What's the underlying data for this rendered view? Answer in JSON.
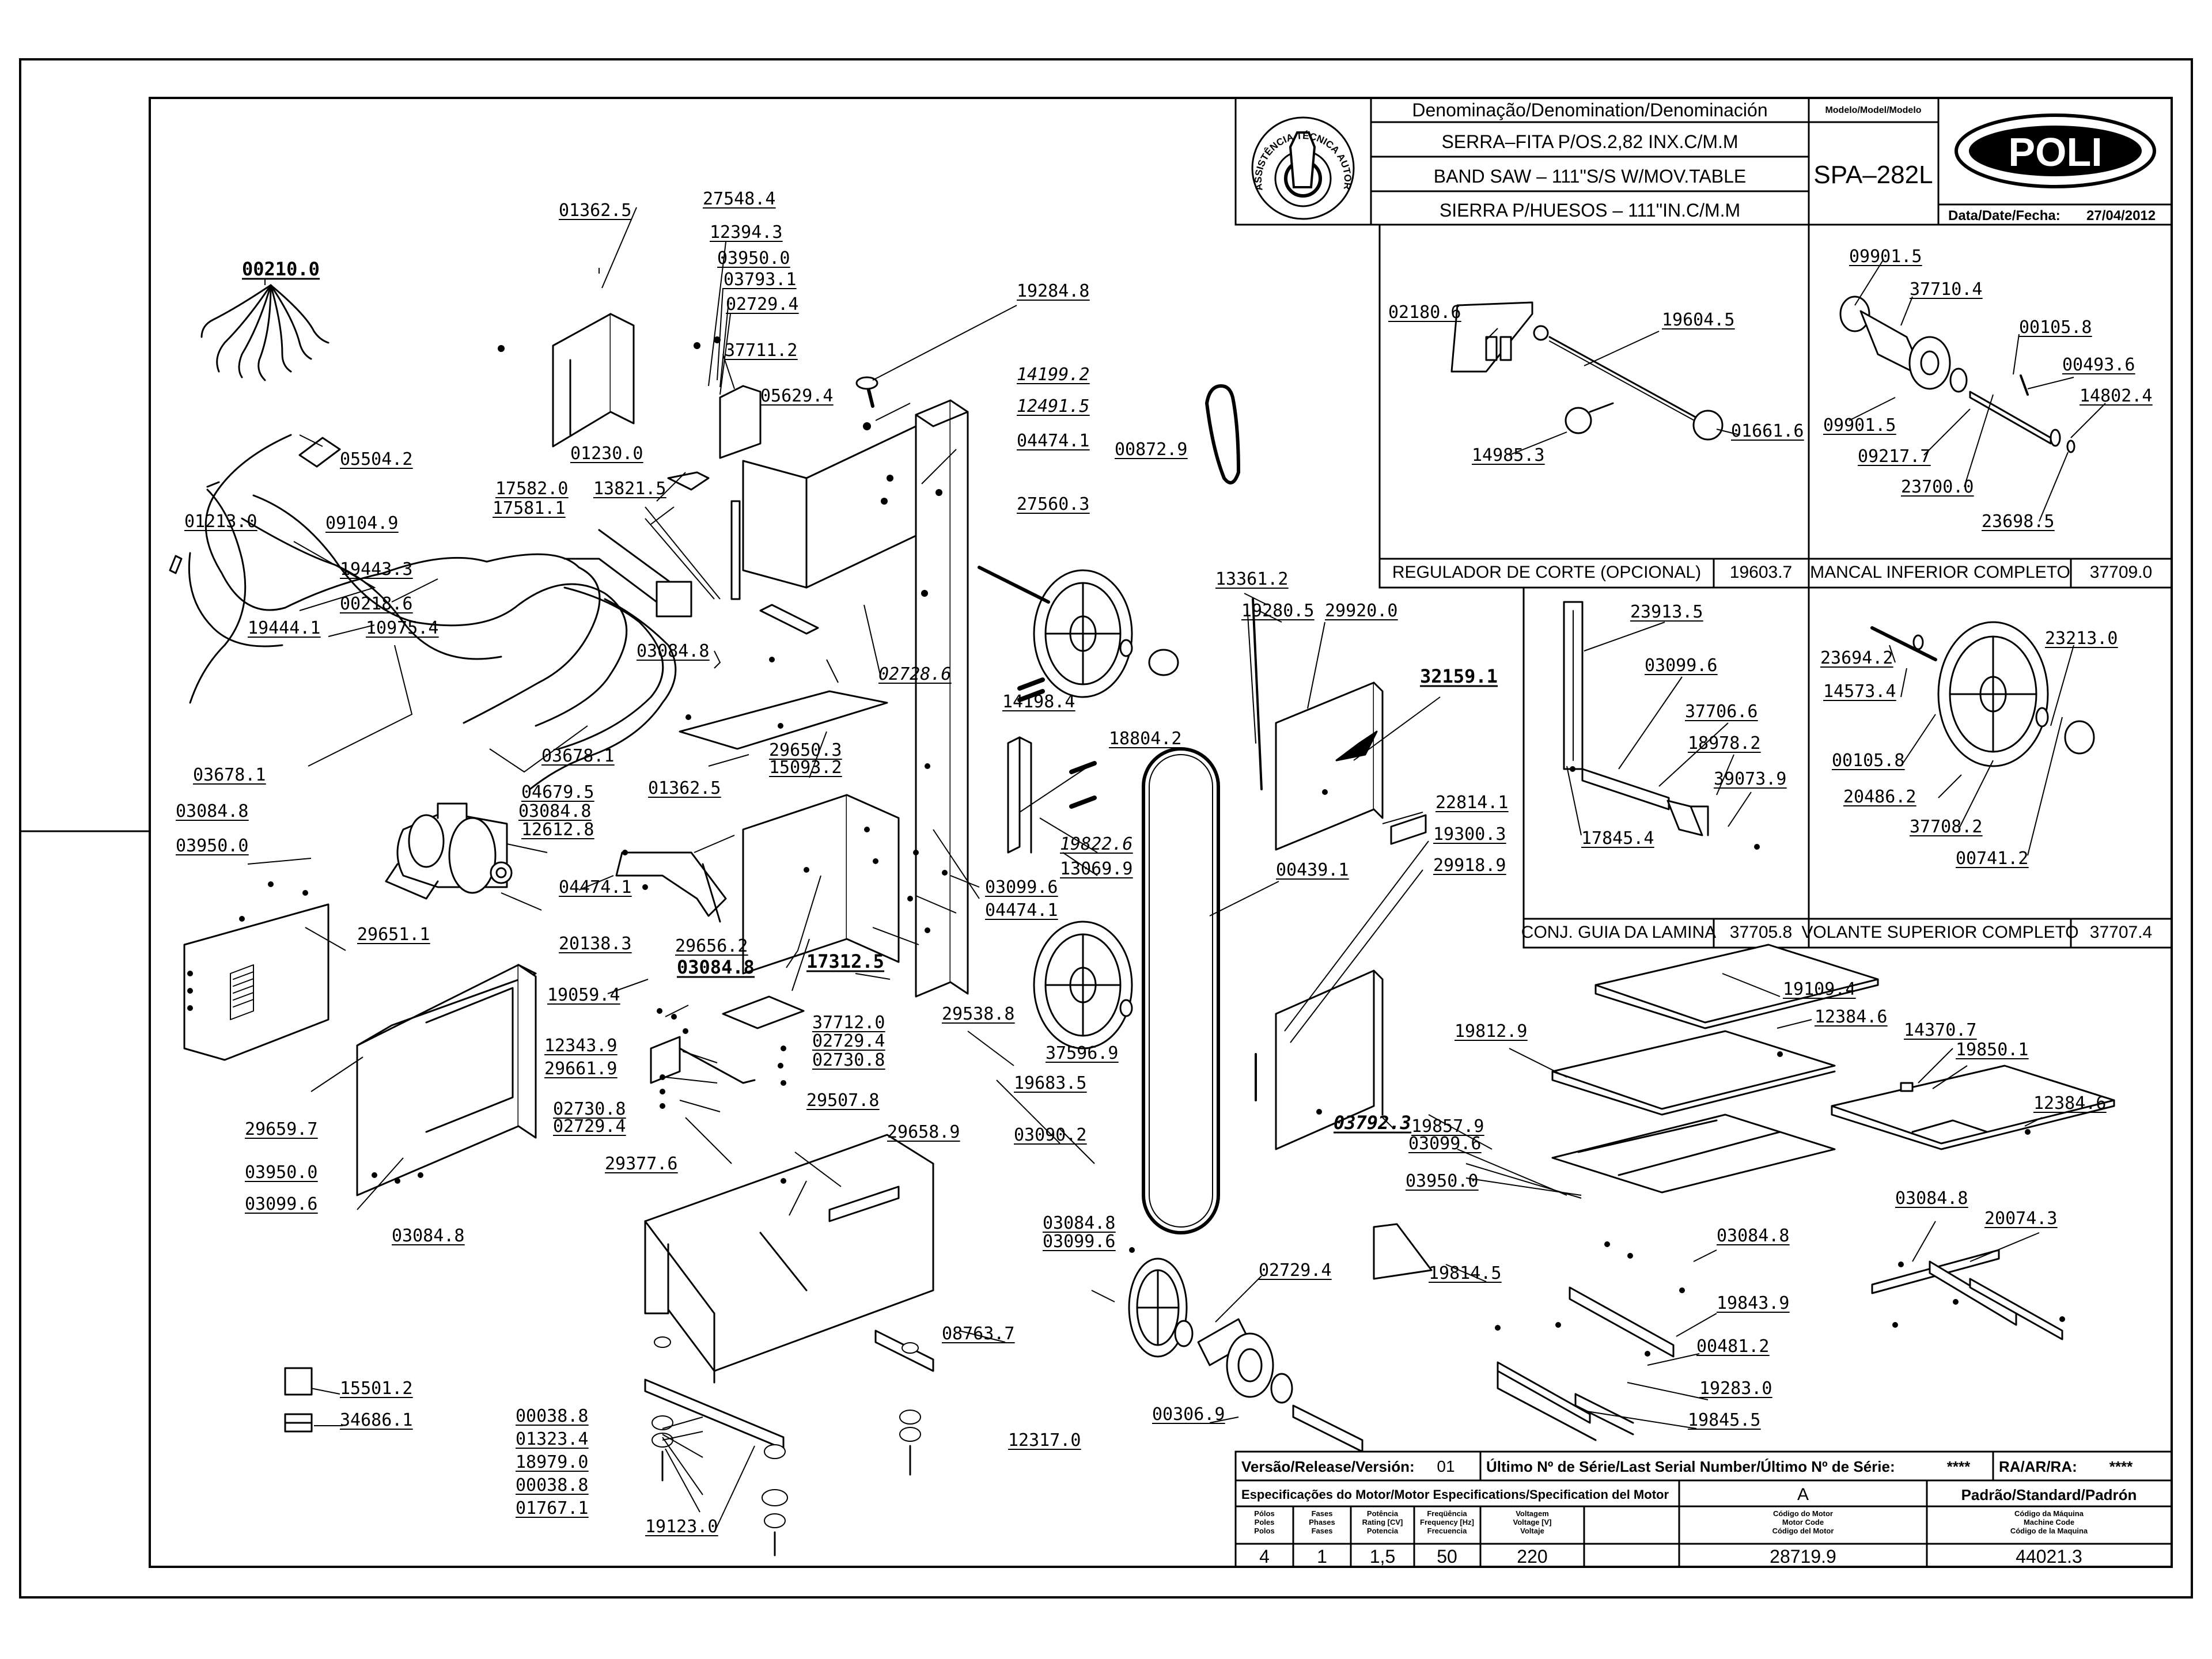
{
  "title_block": {
    "denomination_header": "Denominação/Denomination/Denominación",
    "model_header": "Modelo/Model/Modelo",
    "name_pt": "SERRA–FITA P/OS.2,82 INX.C/M.M",
    "name_en": "BAND SAW – 111\"S/S W/MOV.TABLE",
    "name_es": "SIERRA P/HUESOS – 111\"IN.C/M.M",
    "model": "SPA–282L",
    "brand": "POLI",
    "date_label": "Data/Date/Fecha:",
    "date": "27/04/2012",
    "seal_text": "ASSISTÊNCIA TÉCNICA AUTORIZADA"
  },
  "subassemblies": [
    {
      "name": "REGULADOR DE CORTE (OPCIONAL)",
      "code": "19603.7"
    },
    {
      "name": "MANCAL INFERIOR COMPLETO",
      "code": "37709.0"
    },
    {
      "name": "CONJ. GUIA DA LAMINA",
      "code": "37705.8"
    },
    {
      "name": "VOLANTE SUPERIOR COMPLETO",
      "code": "37707.4"
    }
  ],
  "bottom_table": {
    "version_label": "Versão/Release/Versión:",
    "version": "01",
    "serial_label": "Último Nº de Série/Last Serial Number/Último Nº de Série:",
    "serial": "****",
    "ra_label": "RA/AR/RA:",
    "ra": "****",
    "motor_spec_label": "Especificações do Motor/Motor Especifications/Specification del Motor",
    "motor_code_header": "A",
    "standard_label": "Padrão/Standard/Padrón",
    "col_headers": [
      "Pólos\nPoles\nPolos",
      "Fases\nPhases\nFases",
      "Potência\nRating [CV]\nPotencia",
      "Freqüência\nFrequency [Hz]\nFrecuencia",
      "Voltagem\nVoltage [V]\nVoltaje",
      "Código do Motor\nMotor Code\nCódigo del Motor",
      "Código da Máquina\nMachine Code\nCódigo de la Maquina"
    ],
    "values": [
      "4",
      "1",
      "1,5",
      "50",
      "220",
      "28719.9",
      "44021.3"
    ]
  },
  "part_labels": [
    "00210.0",
    "01362.5",
    "27548.4",
    "12394.3",
    "03950.0",
    "03793.1",
    "02729.4",
    "37711.2",
    "19284.8",
    "14199.2",
    "12491.5",
    "05629.4",
    "04474.1",
    "01230.0",
    "05504.2",
    "17582.0",
    "17581.1",
    "13821.5",
    "09104.9",
    "01213.0",
    "27560.3",
    "00872.9",
    "19443.3",
    "00218.6",
    "19444.1",
    "10975.4",
    "03084.8",
    "02728.6",
    "14198.4",
    "29650.3",
    "15093.2",
    "01362.5",
    "03678.1",
    "04679.5",
    "03084.8",
    "12612.8",
    "03678.1",
    "03084.8",
    "03950.0",
    "04474.1",
    "20138.3",
    "29656.2",
    "03084.8",
    "17312.5",
    "03099.6",
    "04474.1",
    "13069.9",
    "19822.6",
    "18804.2",
    "13361.2",
    "19280.5",
    "29920.0",
    "32159.1",
    "22814.1",
    "00439.1",
    "19300.3",
    "29918.9",
    "29651.1",
    "19059.4",
    "12343.9",
    "29661.9",
    "37712.0",
    "02729.4",
    "02730.8",
    "29538.8",
    "37596.9",
    "19683.5",
    "02730.8",
    "02729.4",
    "29377.6",
    "29507.8",
    "29658.9",
    "03090.2",
    "29659.7",
    "03950.0",
    "03099.6",
    "03084.8",
    "03792.3",
    "02180.6",
    "19604.5",
    "14985.3",
    "01661.6",
    "09901.5",
    "37710.4",
    "00105.8",
    "00493.6",
    "14802.4",
    "09901.5",
    "09217.7",
    "23700.0",
    "23698.5",
    "23913.5",
    "03099.6",
    "37706.6",
    "18978.2",
    "39073.9",
    "17845.4",
    "23694.2",
    "14573.4",
    "00105.8",
    "20486.2",
    "37708.2",
    "00741.2",
    "23213.0",
    "19109.4",
    "12384.6",
    "19812.9",
    "14370.7",
    "19850.1",
    "12384.6",
    "19857.9",
    "03099.6",
    "03950.0",
    "03084.8",
    "03099.6",
    "02729.4",
    "12317.0",
    "00306.9",
    "08763.7",
    "19814.5",
    "03084.8",
    "19843.9",
    "00481.2",
    "19283.0",
    "19845.5",
    "03084.8",
    "20074.3",
    "15501.2",
    "34686.1",
    "00038.8",
    "01323.4",
    "18979.0",
    "00038.8",
    "01767.1",
    "19123.0"
  ]
}
